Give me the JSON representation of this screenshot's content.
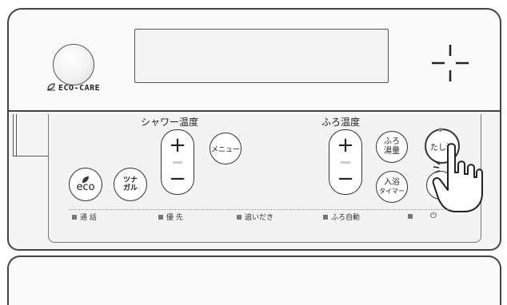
{
  "top": {
    "brand_label": "ECO-CARE",
    "icons": [
      "sensor-knob",
      "leaf-icon",
      "lcd-display",
      "crosshair-icon"
    ]
  },
  "shower": {
    "label": "シャワー温度",
    "plus": "+",
    "minus": "−"
  },
  "bath": {
    "label": "ふろ温度",
    "plus": "+",
    "minus": "−"
  },
  "buttons": {
    "menu": "メニュー",
    "eco": "eco",
    "tsunagaru_line1": "ツナ",
    "tsunagaru_line2": "ガル",
    "furo_yuryo_line1": "ふろ",
    "furo_yuryo_line2": "湯量",
    "nyuyoku_line1": "入浴",
    "nyuyoku_line2": "タイマー",
    "tashiyu": "たし湯"
  },
  "indicators": {
    "tsuwa": "通 話",
    "yusen": "優 先",
    "oidaki": "追いだき",
    "furo_jido": "ふろ自動",
    "power_icon": "⏻"
  },
  "colors": {
    "outline": "#444444",
    "panel": "#f5f5f5",
    "indicator": "#777777"
  }
}
